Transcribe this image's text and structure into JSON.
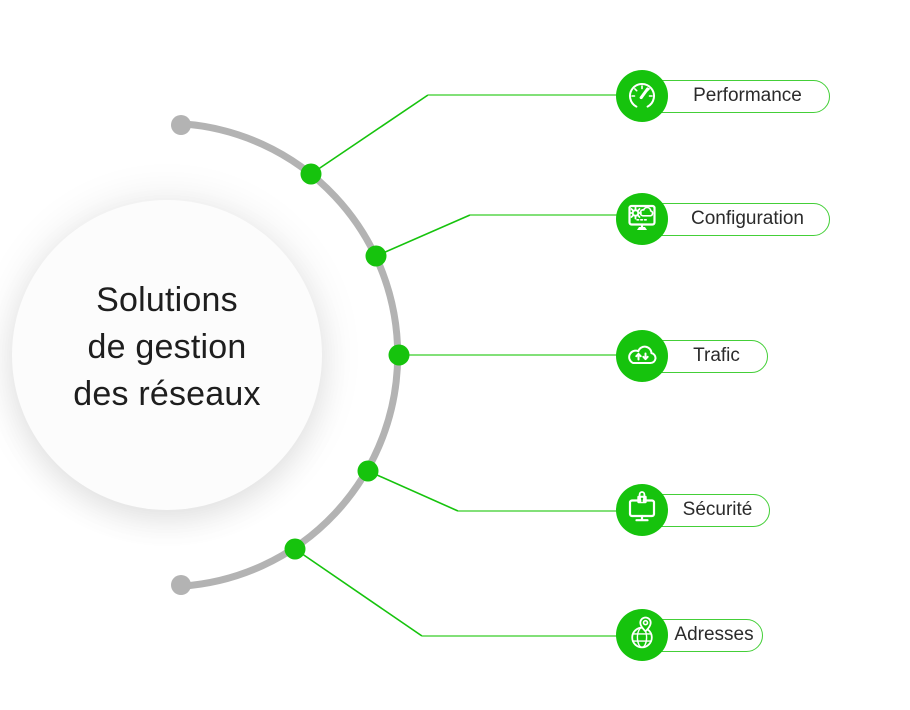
{
  "diagram": {
    "center": {
      "lines": [
        "Solutions",
        "de gestion",
        "des réseaux"
      ]
    },
    "branches": [
      {
        "label": "Performance",
        "icon": "gauge-icon"
      },
      {
        "label": "Configuration",
        "icon": "monitor-gear-cloud-icon"
      },
      {
        "label": "Trafic",
        "icon": "cloud-transfer-arrows-icon"
      },
      {
        "label": "Sécurité",
        "icon": "monitor-padlock-icon"
      },
      {
        "label": "Adresses",
        "icon": "globe-location-pin-icon"
      }
    ],
    "colors": {
      "green": "#16C30D",
      "green_light": "#70DC64",
      "pill_border": "#44CF38",
      "arc_gray": "#B3B3B3",
      "title_text": "#1E1E1E",
      "label_text": "#2B2B2B",
      "hub_bg": "#FCFCFC"
    }
  }
}
